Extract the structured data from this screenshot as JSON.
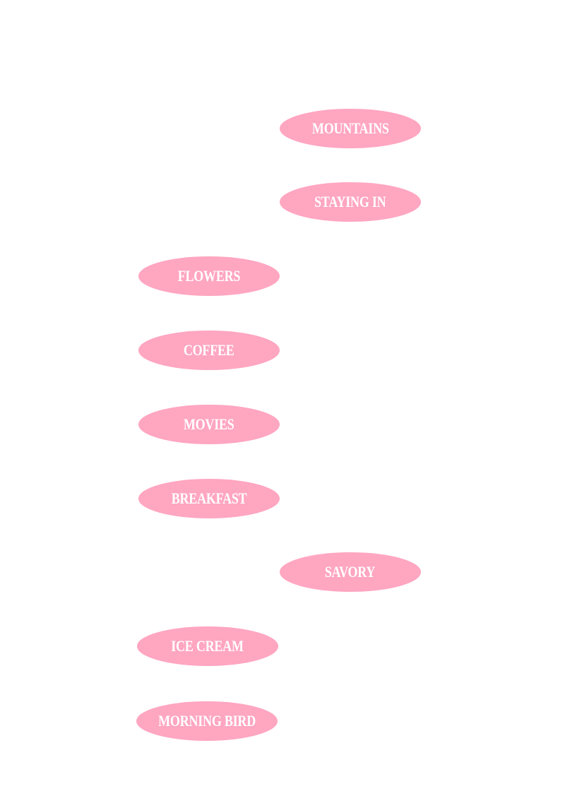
{
  "pills": [
    {
      "label": "MOUNTAINS",
      "side": "right"
    },
    {
      "label": "STAYING IN",
      "side": "right"
    },
    {
      "label": "FLOWERS",
      "side": "left"
    },
    {
      "label": "COFFEE",
      "side": "left"
    },
    {
      "label": "MOVIES",
      "side": "left"
    },
    {
      "label": "BREAKFAST",
      "side": "left"
    },
    {
      "label": "SAVORY",
      "side": "right"
    },
    {
      "label": "ICE CREAM",
      "side": "left"
    },
    {
      "label": "MORNING BIRD",
      "side": "left"
    }
  ],
  "colors": {
    "pill": "#ffa6c1",
    "text": "#ffffff",
    "background": "#ffffff"
  }
}
